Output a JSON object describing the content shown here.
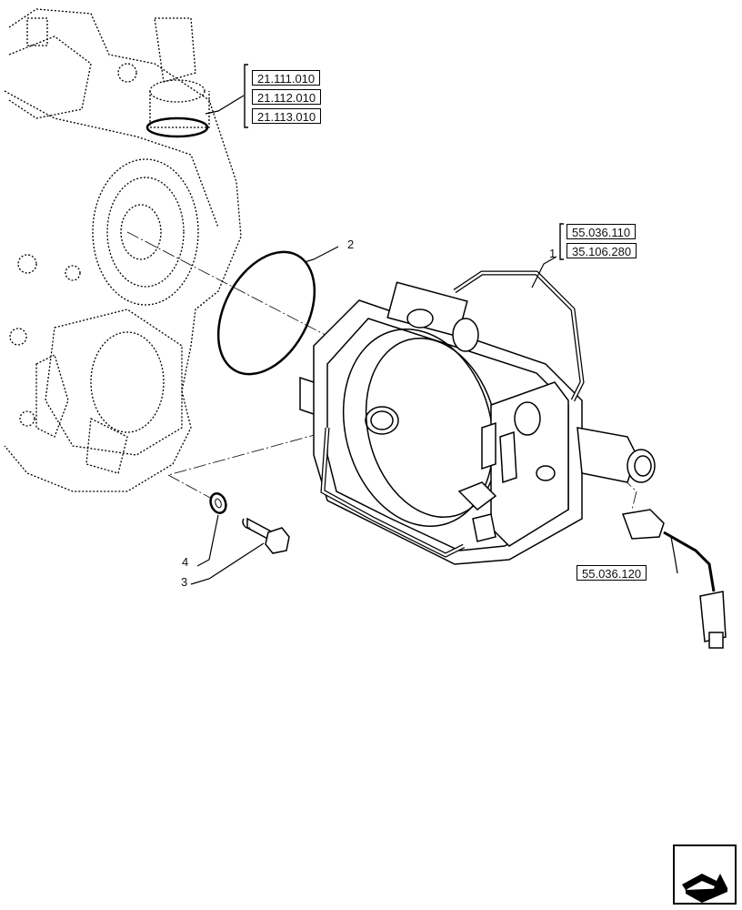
{
  "references": {
    "top_left": [
      "21.111.010",
      "21.112.010",
      "21.113.010"
    ],
    "right_top": [
      "55.036.110",
      "35.106.280"
    ],
    "right_bottom": "55.036.120"
  },
  "callouts": [
    "1",
    "2",
    "3",
    "4"
  ],
  "navigation": {
    "icon": "arrow-navigation-icon"
  },
  "colors": {
    "line": "#000000",
    "background": "#ffffff"
  }
}
